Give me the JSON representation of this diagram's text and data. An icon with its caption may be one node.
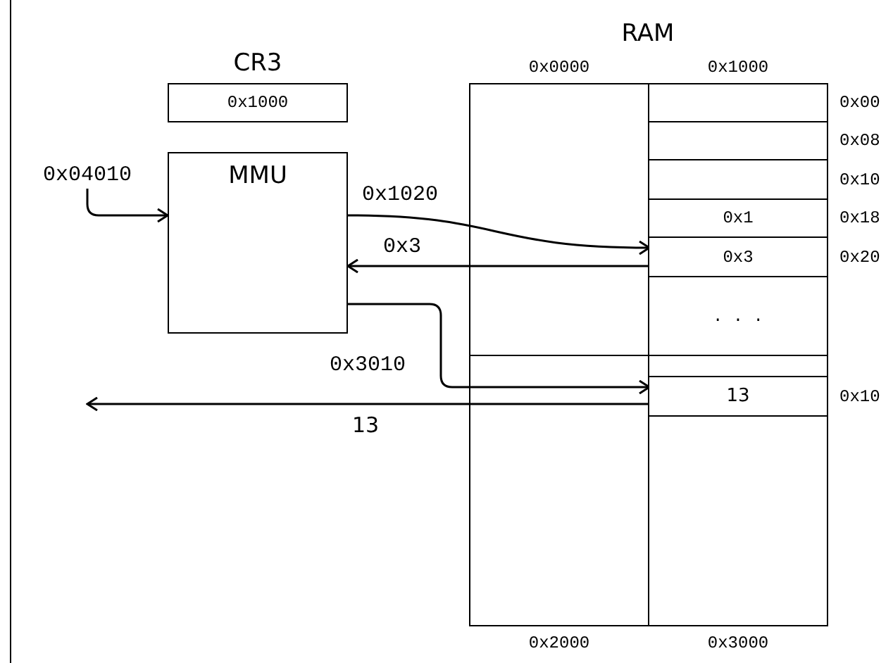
{
  "diagram": {
    "nodes": [
      {
        "text": [
          "CR3",
          "0x1000"
        ]
      },
      {
        "text": [
          "0x04010"
        ]
      },
      {
        "text": [
          "MMU"
        ]
      },
      {
        "text": [
          "RAM"
        ]
      },
      {
        "text": [
          "0x1000"
        ]
      },
      {
        "text": [],
        "shape": "box",
        "in": 4,
        "beside": [
          "0x00"
        ]
      },
      {
        "text": [],
        "shape": "box",
        "in": 4,
        "beside": [
          "0x08"
        ]
      },
      {
        "text": [],
        "shape": "box",
        "in": 4,
        "beside": [
          "0x10"
        ]
      },
      {
        "text": [
          "0x1"
        ],
        "in": 4,
        "beside": [
          "0x18"
        ]
      },
      {
        "text": [
          "0x3"
        ],
        "in": 4,
        "beside": [
          "0x20"
        ]
      },
      {
        "text": [
          ". . ."
        ],
        "in": 4
      },
      {
        "text": [
          "0x3000"
        ]
      },
      {
        "text": [],
        "shape": "box",
        "in": 11
      },
      {
        "text": [
          "13"
        ],
        "in": 11,
        "beside": [
          "0x10"
        ]
      }
    ],
    "edges": [
      {
        "from": 1,
        "to": 2,
        "arrow": "to"
      },
      {
        "from": 2,
        "to": 9,
        "label": "0x1020",
        "arrow": "to"
      },
      {
        "from": 9,
        "to": 2,
        "label": "0x3",
        "arrow": "to"
      },
      {
        "from": 2,
        "to": 13,
        "label": "0x3010",
        "arrow": "to"
      },
      {
        "from": 13,
        "to": null,
        "label": "13",
        "arrow": "to"
      }
    ],
    "labels": [
      "0x0000",
      "0x2000"
    ]
  }
}
